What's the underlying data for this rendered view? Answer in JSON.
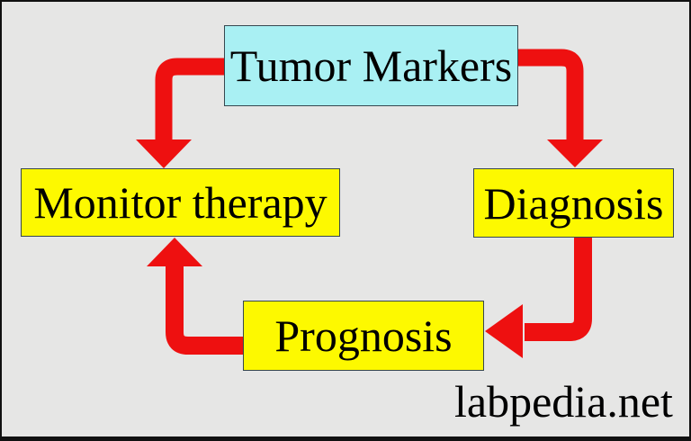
{
  "colors": {
    "background": "#e6e6e5",
    "box_cyan": "#a9f0f3",
    "box_yellow": "#fdf900",
    "arrow_red": "#ee1010",
    "box_border": "#37474f",
    "frame": "#111111",
    "text_color": "#000000"
  },
  "diagram": {
    "nodes": [
      {
        "id": "tumor-markers",
        "label": "Tumor Markers",
        "fill": "cyan"
      },
      {
        "id": "monitor-therapy",
        "label": "Monitor therapy",
        "fill": "yellow"
      },
      {
        "id": "diagnosis",
        "label": "Diagnosis",
        "fill": "yellow"
      },
      {
        "id": "prognosis",
        "label": "Prognosis",
        "fill": "yellow"
      }
    ],
    "edges": [
      {
        "from": "tumor-markers",
        "to": "monitor-therapy",
        "direction": "down"
      },
      {
        "from": "tumor-markers",
        "to": "diagnosis",
        "direction": "down"
      },
      {
        "from": "diagnosis",
        "to": "prognosis",
        "direction": "left"
      },
      {
        "from": "prognosis",
        "to": "monitor-therapy",
        "direction": "up"
      }
    ],
    "watermark": "labpedia.net"
  }
}
